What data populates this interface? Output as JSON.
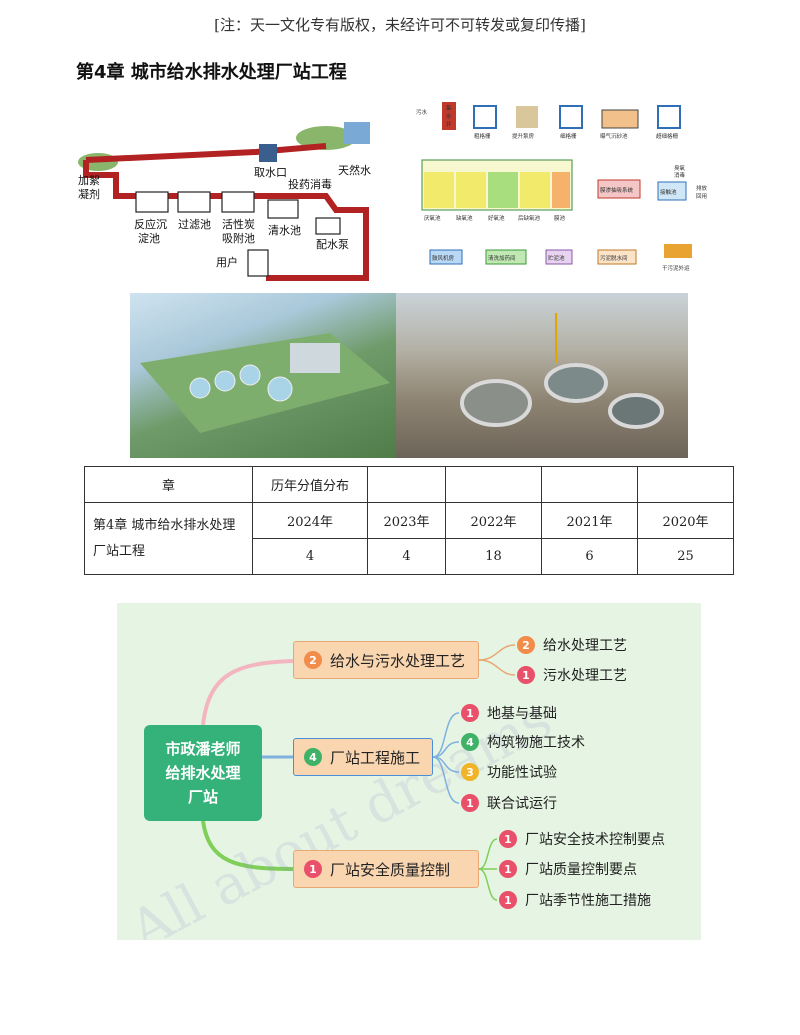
{
  "notice": "[注：天一文化专有版权，未经许可不可转发或复印传播]",
  "chapter_title": "第4章  城市给水排水处理厂站工程",
  "figures": {
    "supply": {
      "labels": {
        "coagulant": [
          "加絮",
          "凝剂"
        ],
        "intake": "取水口",
        "natural_water": "天然水",
        "dosing": "投药消毒",
        "reaction": [
          "反应沉",
          "淀池"
        ],
        "filter": "过滤池",
        "carbon": [
          "活性炭",
          "吸附池"
        ],
        "clear": "清水池",
        "pump": "配水泵",
        "user": "用户"
      }
    },
    "process": {
      "labels": {
        "sewage": "污水",
        "well": [
          "集",
          "水",
          "井"
        ],
        "coarse": "粗格栅",
        "lift": "提升泵房",
        "fine": "细格栅",
        "grit": "曝气沉砂池",
        "superfine": "超细格栅",
        "anaerobic": "厌氧池",
        "anoxic": "缺氧池",
        "aerobic": "好氧池",
        "post_anoxic": "后缺氧池",
        "membrane": "膜池",
        "mbr": "膜渗抽吸系统",
        "uv": [
          "臭氧",
          "消毒"
        ],
        "contact": "接触池",
        "reuse": [
          "排放",
          "回用"
        ],
        "blower": "鼓风机房",
        "cleaning": "清洗加药间",
        "sludge": "贮泥池",
        "dewater": "污泥脱水间",
        "dry": "干污泥外运"
      }
    }
  },
  "score_table": {
    "header_chapter": "章",
    "header_dist": "历年分值分布",
    "chapter_name": "第4章  城市给水排水处理厂站工程",
    "years": [
      "2024年",
      "2023年",
      "2022年",
      "2021年",
      "2020年"
    ],
    "scores": [
      "4",
      "4",
      "18",
      "6",
      "25"
    ]
  },
  "mindmap": {
    "root": "市政潘老师给排水处理厂站",
    "root_lines": [
      "市政潘老师",
      "给排水处理",
      "厂站"
    ],
    "branches": [
      {
        "num": "2",
        "label": "给水与污水处理工艺",
        "children": [
          {
            "num": "2",
            "label": "给水处理工艺"
          },
          {
            "num": "1",
            "label": "污水处理工艺"
          }
        ]
      },
      {
        "num": "4",
        "label": "厂站工程施工",
        "children": [
          {
            "num": "1",
            "label": "地基与基础"
          },
          {
            "num": "4",
            "label": "构筑物施工技术"
          },
          {
            "num": "3",
            "label": "功能性试验"
          },
          {
            "num": "1",
            "label": "联合试运行"
          }
        ]
      },
      {
        "num": "1",
        "label": "厂站安全质量控制",
        "children": [
          {
            "num": "1",
            "label": "厂站安全技术控制要点"
          },
          {
            "num": "1",
            "label": "厂站质量控制要点"
          },
          {
            "num": "1",
            "label": "厂站季节性施工措施"
          }
        ]
      }
    ],
    "watermark": "All about dreams"
  }
}
